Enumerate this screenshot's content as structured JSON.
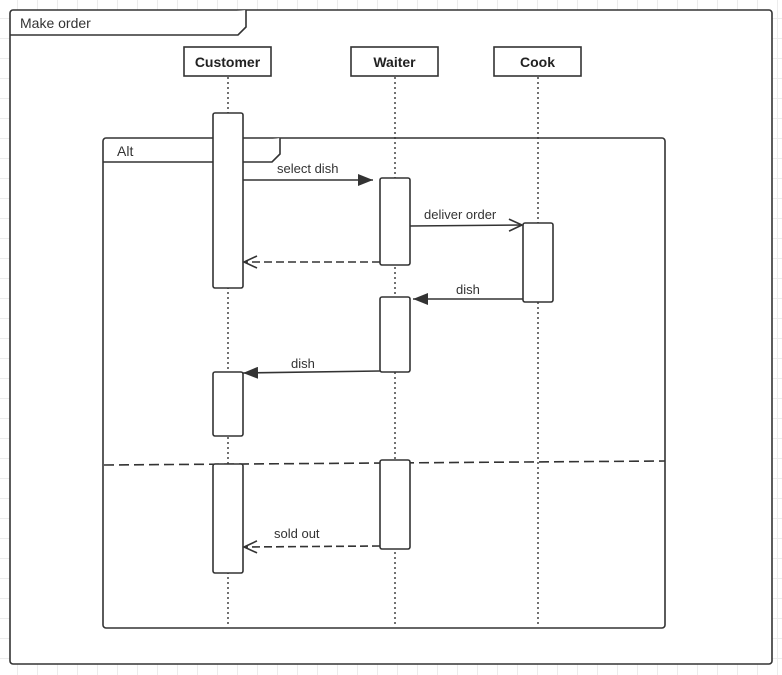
{
  "frame": {
    "label": "Make order"
  },
  "fragment": {
    "operator": "Alt"
  },
  "participants": [
    "Customer",
    "Waiter",
    "Cook"
  ],
  "messages": [
    {
      "label": "select dish",
      "from": "Customer",
      "to": "Waiter",
      "kind": "sync"
    },
    {
      "label": "deliver order",
      "from": "Waiter",
      "to": "Cook",
      "kind": "async"
    },
    {
      "label": "",
      "from": "Waiter",
      "to": "Customer",
      "kind": "return"
    },
    {
      "label": "dish",
      "from": "Cook",
      "to": "Waiter",
      "kind": "sync"
    },
    {
      "label": "dish",
      "from": "Waiter",
      "to": "Customer",
      "kind": "sync"
    },
    {
      "label": "sold out",
      "from": "Waiter",
      "to": "Customer",
      "kind": "return"
    }
  ],
  "colors": {
    "line": "#333333",
    "grid": "#ececec",
    "background": "#ffffff"
  }
}
